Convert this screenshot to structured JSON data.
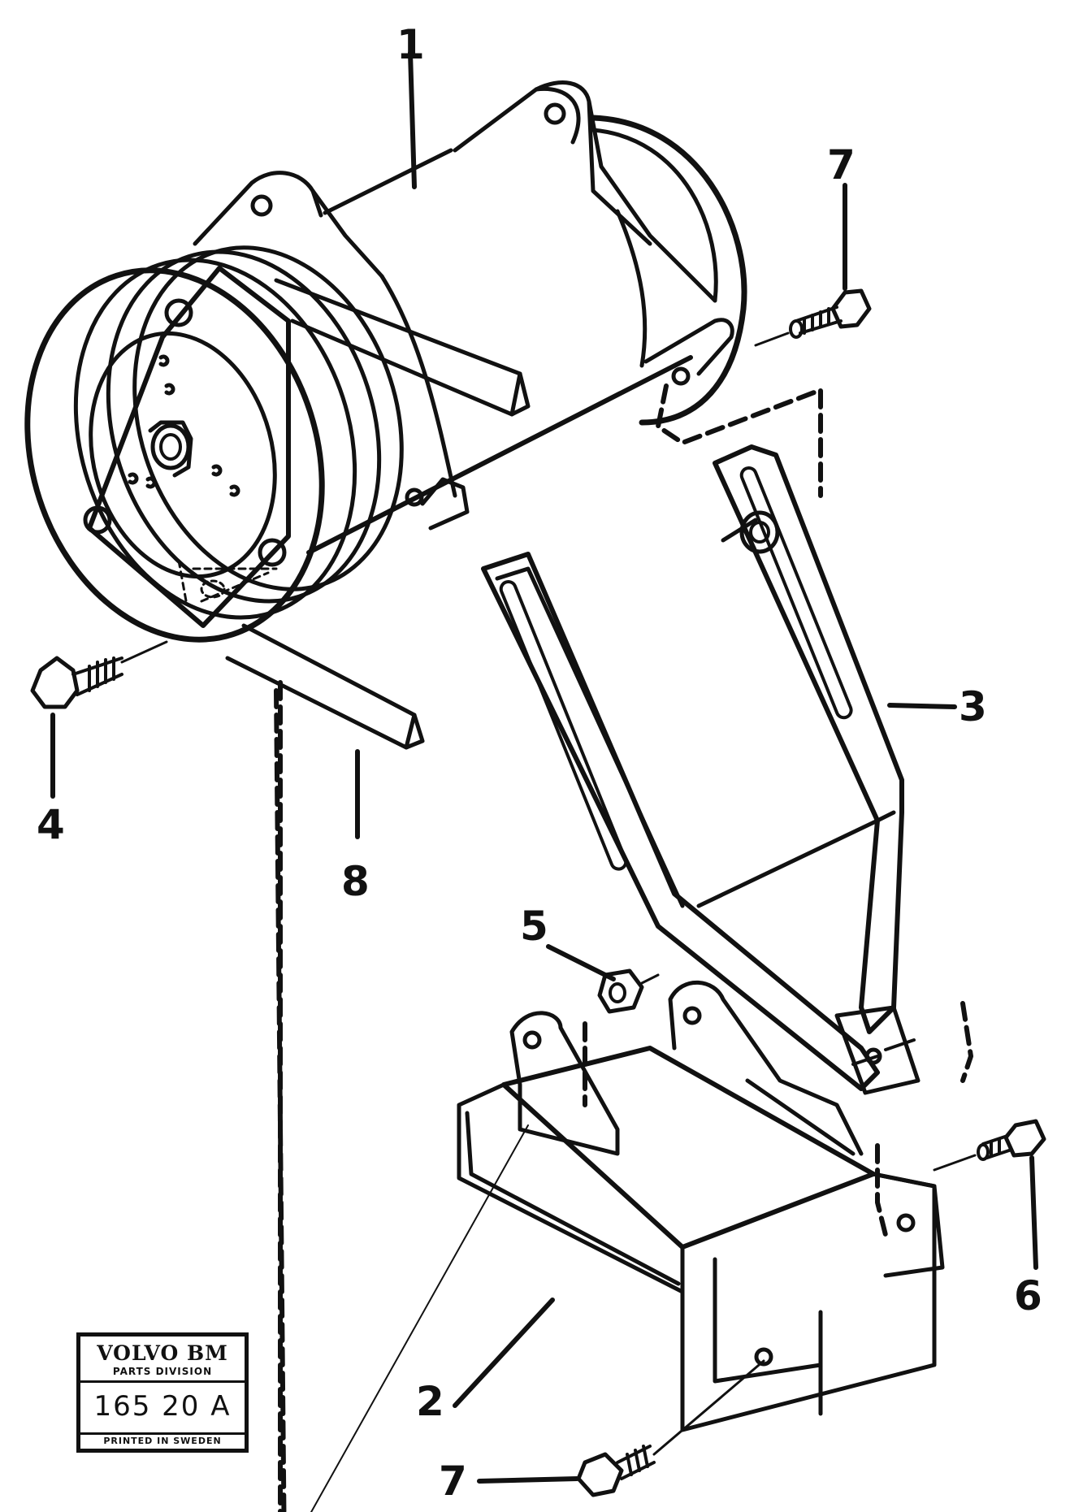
{
  "callouts": {
    "c1": "1",
    "c2": "2",
    "c3": "3",
    "c4": "4",
    "c5": "5",
    "c6": "6",
    "c7_top": "7",
    "c7_bottom": "7",
    "c8": "8"
  },
  "label": {
    "brand": "VOLVO BM",
    "division": "PARTS DIVISION",
    "code": "165 20 A",
    "printed": "PRINTED IN SWEDEN"
  }
}
